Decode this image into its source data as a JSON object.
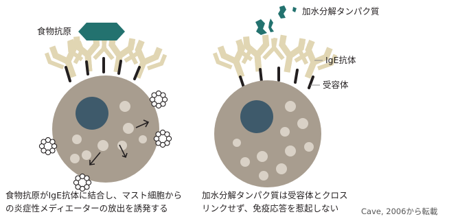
{
  "labels": {
    "food_antigen": "食物抗原",
    "hydrolyzed_protein": "加水分解タンパク質",
    "ige_antibody": "IgE抗体",
    "receptor": "受容体"
  },
  "captions": {
    "left_line1": "食物抗原がIgE抗体に結合し、マスト細胞から",
    "left_line2": "の炎症性メディエーターの放出を誘発する",
    "right_line1": "加水分解タンパク質は受容体とクロス",
    "right_line2": "リンクせず、免疫応答を惹起しない"
  },
  "credit": "Cave, 2006から転載",
  "colors": {
    "cell": "#a89d8f",
    "nucleus": "#3e5a6b",
    "granule": "#d9d1c6",
    "antibody": "#e1d6b3",
    "receptor": "#231f20",
    "antigen": "#23726f",
    "mediator_stroke": "#231f20"
  }
}
